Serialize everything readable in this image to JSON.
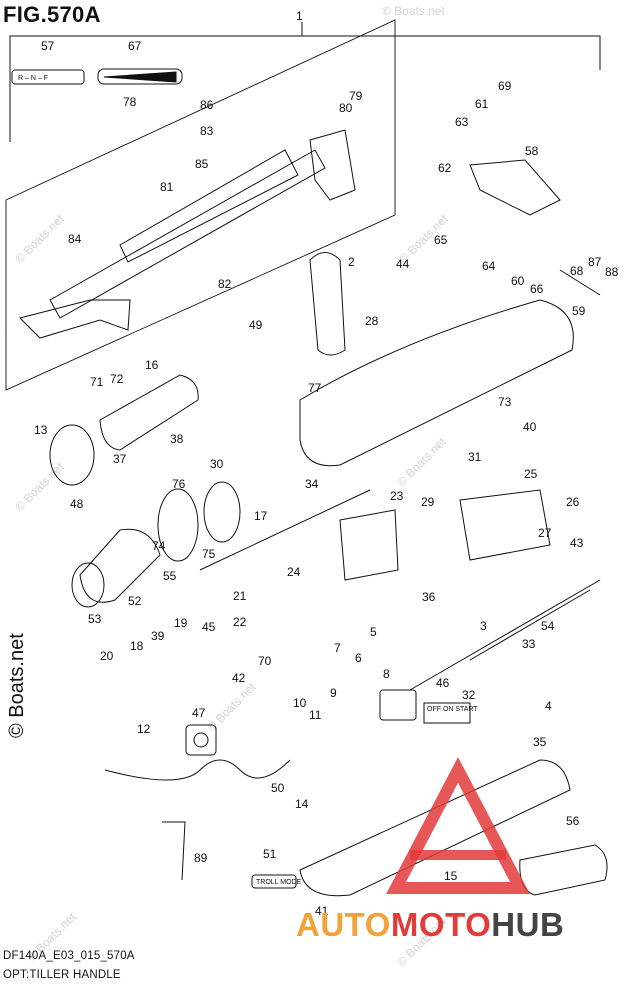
{
  "title": "FIG.570A",
  "footer": {
    "model_code": "DF140A_E03_015_570A",
    "option": "OPT:TILLER HANDLE"
  },
  "watermarks": {
    "site": "© Boats.net",
    "site_big": "© Boats.net"
  },
  "brand": {
    "part1": "AUTO",
    "part2": "MOTO",
    "part3": "HUB",
    "colors": {
      "auto": "#f2a23a",
      "moto": "#e23b3b",
      "hub": "#444444",
      "triangle": "#e23b3b"
    }
  },
  "labels": {
    "shift_plate": "R – N – F",
    "start_plate": "OFF ON START",
    "troll_plate": "TROLL MODE"
  },
  "parts": [
    "1",
    "2",
    "3",
    "4",
    "5",
    "6",
    "7",
    "8",
    "9",
    "10",
    "11",
    "12",
    "13",
    "14",
    "15",
    "16",
    "17",
    "18",
    "19",
    "20",
    "21",
    "22",
    "23",
    "24",
    "25",
    "26",
    "27",
    "28",
    "29",
    "30",
    "31",
    "32",
    "33",
    "34",
    "35",
    "36",
    "37",
    "38",
    "39",
    "40",
    "41",
    "42",
    "43",
    "44",
    "45",
    "46",
    "47",
    "48",
    "49",
    "50",
    "51",
    "52",
    "53",
    "54",
    "55",
    "56",
    "57",
    "58",
    "59",
    "60",
    "61",
    "62",
    "63",
    "64",
    "65",
    "66",
    "67",
    "68",
    "69",
    "70",
    "71",
    "72",
    "73",
    "74",
    "75",
    "76",
    "77",
    "78",
    "79",
    "80",
    "81",
    "82",
    "83",
    "84",
    "85",
    "86",
    "87",
    "88",
    "89"
  ]
}
